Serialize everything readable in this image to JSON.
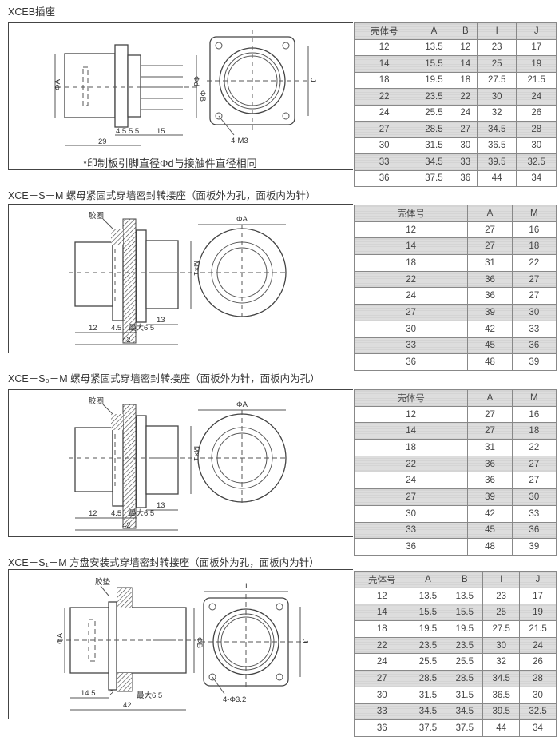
{
  "sections": [
    {
      "title": "XCEB插座",
      "note": "*印制板引脚直径Φd与接触件直径相同",
      "dims": {
        "phiA": "ΦA",
        "phid": "Φd",
        "phiB": "ΦB",
        "j": "J",
        "d1": "4.5",
        "d2": "5.5",
        "d3": "15",
        "d4": "29",
        "holes": "4-M3"
      },
      "table": {
        "headers": [
          "壳体号",
          "A",
          "B",
          "I",
          "J"
        ],
        "rows": [
          [
            "12",
            "13.5",
            "12",
            "23",
            "17"
          ],
          [
            "14",
            "15.5",
            "14",
            "25",
            "19"
          ],
          [
            "18",
            "19.5",
            "18",
            "27.5",
            "21.5"
          ],
          [
            "22",
            "23.5",
            "22",
            "30",
            "24"
          ],
          [
            "24",
            "25.5",
            "24",
            "32",
            "26"
          ],
          [
            "27",
            "28.5",
            "27",
            "34.5",
            "28"
          ],
          [
            "30",
            "31.5",
            "30",
            "36.5",
            "30"
          ],
          [
            "33",
            "34.5",
            "33",
            "39.5",
            "32.5"
          ],
          [
            "36",
            "37.5",
            "36",
            "44",
            "34"
          ]
        ]
      }
    },
    {
      "title": "XCE－S－M  螺母紧固式穿墙密封转接座（面板外为孔，面板内为针）",
      "dims": {
        "seal": "胶圈",
        "phiA": "ΦA",
        "m": "M×1",
        "d1": "12",
        "d2": "4.5",
        "d3": "最大6.5",
        "d4": "13",
        "d5": "42"
      },
      "table": {
        "headers": [
          "壳体号",
          "A",
          "M"
        ],
        "rows": [
          [
            "12",
            "27",
            "16"
          ],
          [
            "14",
            "27",
            "18"
          ],
          [
            "18",
            "31",
            "22"
          ],
          [
            "22",
            "36",
            "27"
          ],
          [
            "24",
            "36",
            "27"
          ],
          [
            "27",
            "39",
            "30"
          ],
          [
            "30",
            "42",
            "33"
          ],
          [
            "33",
            "45",
            "36"
          ],
          [
            "36",
            "48",
            "39"
          ]
        ]
      }
    },
    {
      "title": "XCE－S₀－M  螺母紧固式穿墙密封转接座（面板外为针，面板内为孔）",
      "dims": {
        "seal": "胶圈",
        "phiA": "ΦA",
        "m": "M×1",
        "d1": "12",
        "d2": "4.5",
        "d3": "最大6.5",
        "d4": "13",
        "d5": "42"
      },
      "table": {
        "headers": [
          "壳体号",
          "A",
          "M"
        ],
        "rows": [
          [
            "12",
            "27",
            "16"
          ],
          [
            "14",
            "27",
            "18"
          ],
          [
            "18",
            "31",
            "22"
          ],
          [
            "22",
            "36",
            "27"
          ],
          [
            "24",
            "36",
            "27"
          ],
          [
            "27",
            "39",
            "30"
          ],
          [
            "30",
            "42",
            "33"
          ],
          [
            "33",
            "45",
            "36"
          ],
          [
            "36",
            "48",
            "39"
          ]
        ]
      }
    },
    {
      "title": "XCE－S₁－M  方盘安装式穿墙密封转接座（面板外为孔，面板内为针）",
      "dims": {
        "seal": "胶垫",
        "phiA": "ΦA",
        "phiB": "ΦB",
        "i": "I",
        "j": "J",
        "d1": "14.5",
        "d2": "2",
        "d3": "最大6.5",
        "d5": "42",
        "holes": "4-Φ3.2"
      },
      "table": {
        "headers": [
          "壳体号",
          "A",
          "B",
          "I",
          "J"
        ],
        "rows": [
          [
            "12",
            "13.5",
            "13.5",
            "23",
            "17"
          ],
          [
            "14",
            "15.5",
            "15.5",
            "25",
            "19"
          ],
          [
            "18",
            "19.5",
            "19.5",
            "27.5",
            "21.5"
          ],
          [
            "22",
            "23.5",
            "23.5",
            "30",
            "24"
          ],
          [
            "24",
            "25.5",
            "25.5",
            "32",
            "26"
          ],
          [
            "27",
            "28.5",
            "28.5",
            "34.5",
            "28"
          ],
          [
            "30",
            "31.5",
            "31.5",
            "36.5",
            "30"
          ],
          [
            "33",
            "34.5",
            "34.5",
            "39.5",
            "32.5"
          ],
          [
            "36",
            "37.5",
            "37.5",
            "44",
            "34"
          ]
        ]
      }
    }
  ]
}
